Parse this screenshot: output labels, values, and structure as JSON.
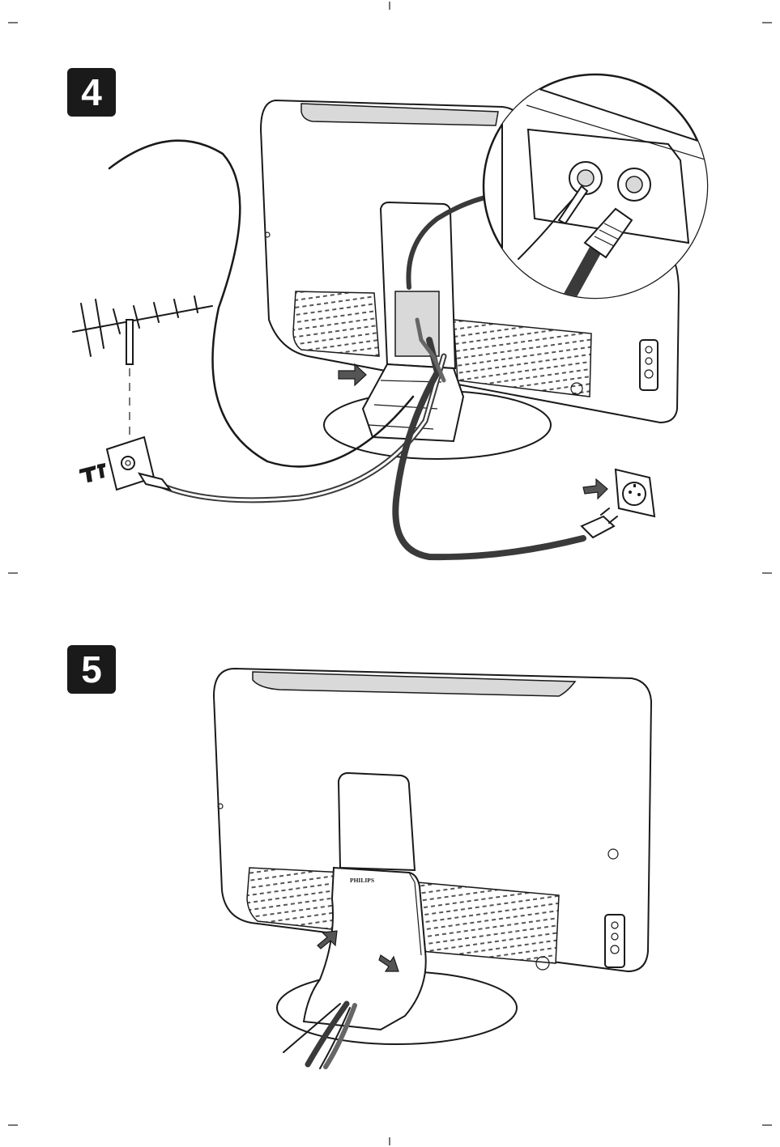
{
  "steps": [
    {
      "number": "4"
    },
    {
      "number": "5"
    }
  ],
  "brand_label": "PHILIPS",
  "colors": {
    "ink": "#1a1a1a",
    "cable_dark": "#3a3a3a",
    "cable_mid": "#666666",
    "arrow_fill": "#555555",
    "background": "#ffffff"
  },
  "icons": {
    "antenna": "antenna-icon",
    "wall_socket_antenna": "antenna-wall-socket-icon",
    "power_socket": "power-socket-icon",
    "insert_arrow": "arrow-right-icon"
  }
}
